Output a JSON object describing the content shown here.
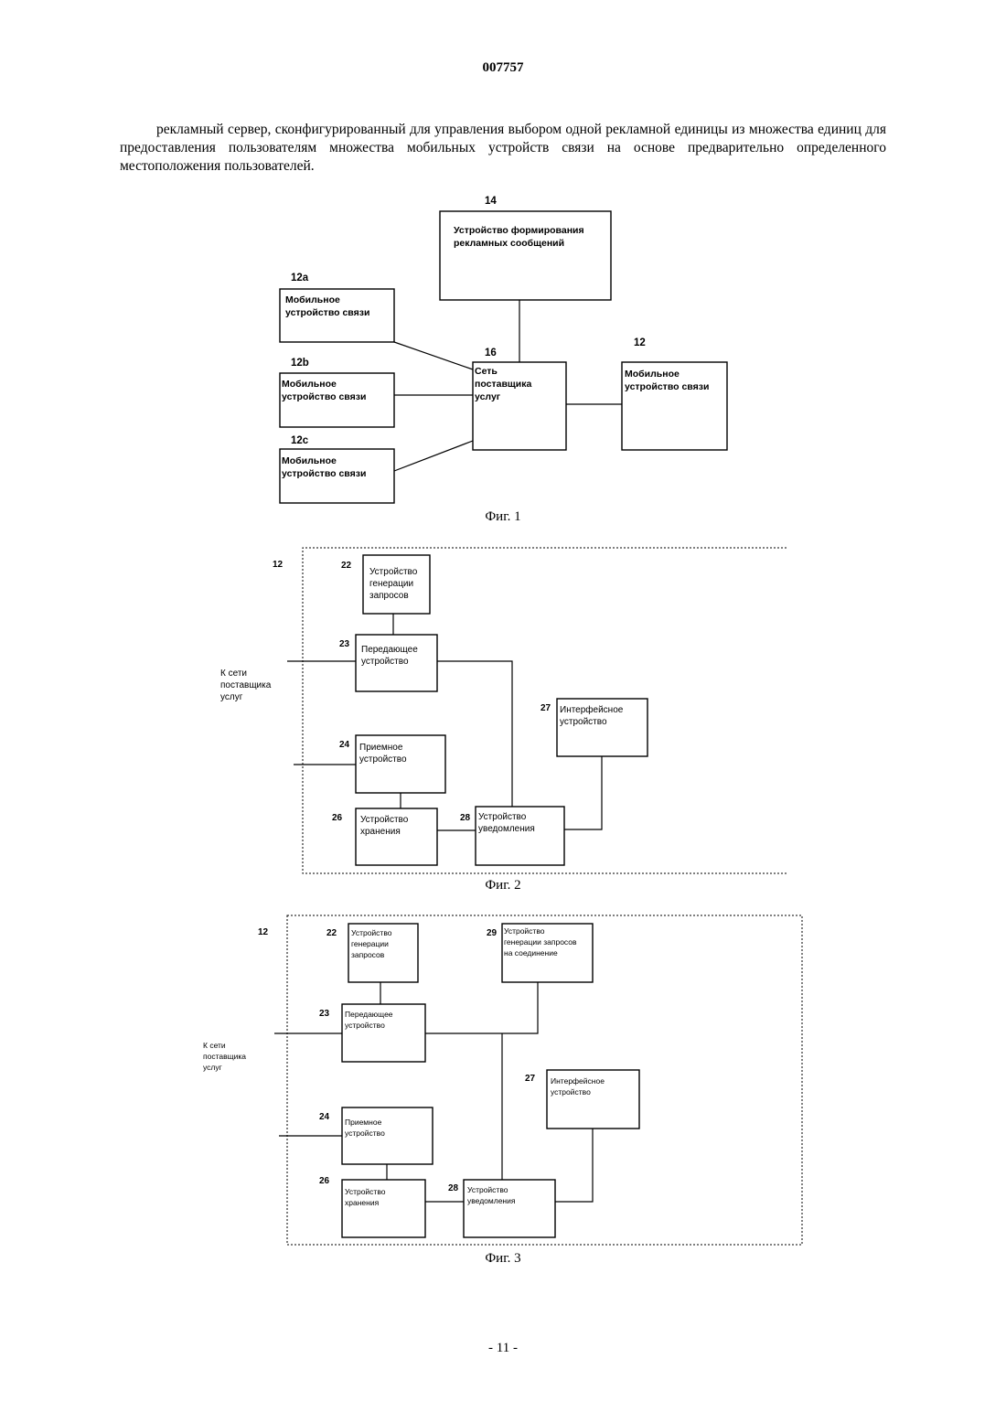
{
  "header": {
    "doc_number": "007757"
  },
  "body_text": "рекламный сервер, сконфигурированный для управления выбором одной рекламной единицы из множества единиц для предоставления пользователям множества мобильных устройств связи на основе предварительно определенного местоположения пользователей.",
  "fig1": {
    "caption": "Фиг. 1",
    "ad_device": {
      "ref": "14",
      "line1": "Устройство формирования",
      "line2": "рекламных сообщений"
    },
    "network": {
      "ref": "16",
      "line1": "Сеть",
      "line2": "поставщика",
      "line3": "услуг"
    },
    "mobile_a": {
      "ref": "12a",
      "line1": "Мобильное",
      "line2": "устройство связи"
    },
    "mobile_b": {
      "ref": "12b",
      "line1": "Мобильное",
      "line2": "устройство связи"
    },
    "mobile_c": {
      "ref": "12c",
      "line1": "Мобильное",
      "line2": "устройство связи"
    },
    "mobile": {
      "ref": "12",
      "line1": "Мобильное",
      "line2": "устройство связи"
    }
  },
  "fig2": {
    "caption": "Фиг. 2",
    "device_ref": "12",
    "network_label": {
      "line1": "К сети",
      "line2": "поставщика",
      "line3": "услуг"
    },
    "request_gen": {
      "ref": "22",
      "line1": "Устройство",
      "line2": "генерации",
      "line3": "запросов"
    },
    "transmitter": {
      "ref": "23",
      "line1": "Передающее",
      "line2": "устройство"
    },
    "receiver": {
      "ref": "24",
      "line1": "Приемное",
      "line2": "устройство"
    },
    "storage": {
      "ref": "26",
      "line1": "Устройство",
      "line2": "хранения"
    },
    "interface": {
      "ref": "27",
      "line1": "Интерфейсное",
      "line2": "устройство"
    },
    "notify": {
      "ref": "28",
      "line1": "Устройство",
      "line2": "уведомления"
    }
  },
  "fig3": {
    "caption": "Фиг. 3",
    "device_ref": "12",
    "network_label": {
      "line1": "К сети",
      "line2": "поставщика",
      "line3": "услуг"
    },
    "request_gen": {
      "ref": "22",
      "line1": "Устройство",
      "line2": "генерации",
      "line3": "запросов"
    },
    "connect_gen": {
      "ref": "29",
      "line1": "Устройство",
      "line2": "генерации запросов",
      "line3": "на соединение"
    },
    "transmitter": {
      "ref": "23",
      "line1": "Передающее",
      "line2": "устройство"
    },
    "receiver": {
      "ref": "24",
      "line1": "Приемное",
      "line2": "устройство"
    },
    "storage": {
      "ref": "26",
      "line1": "Устройство",
      "line2": "хранения"
    },
    "interface": {
      "ref": "27",
      "line1": "Интерфейсное",
      "line2": "устройство"
    },
    "notify": {
      "ref": "28",
      "line1": "Устройство",
      "line2": "уведомления"
    }
  },
  "footer": {
    "page_number": "- 11 -"
  }
}
